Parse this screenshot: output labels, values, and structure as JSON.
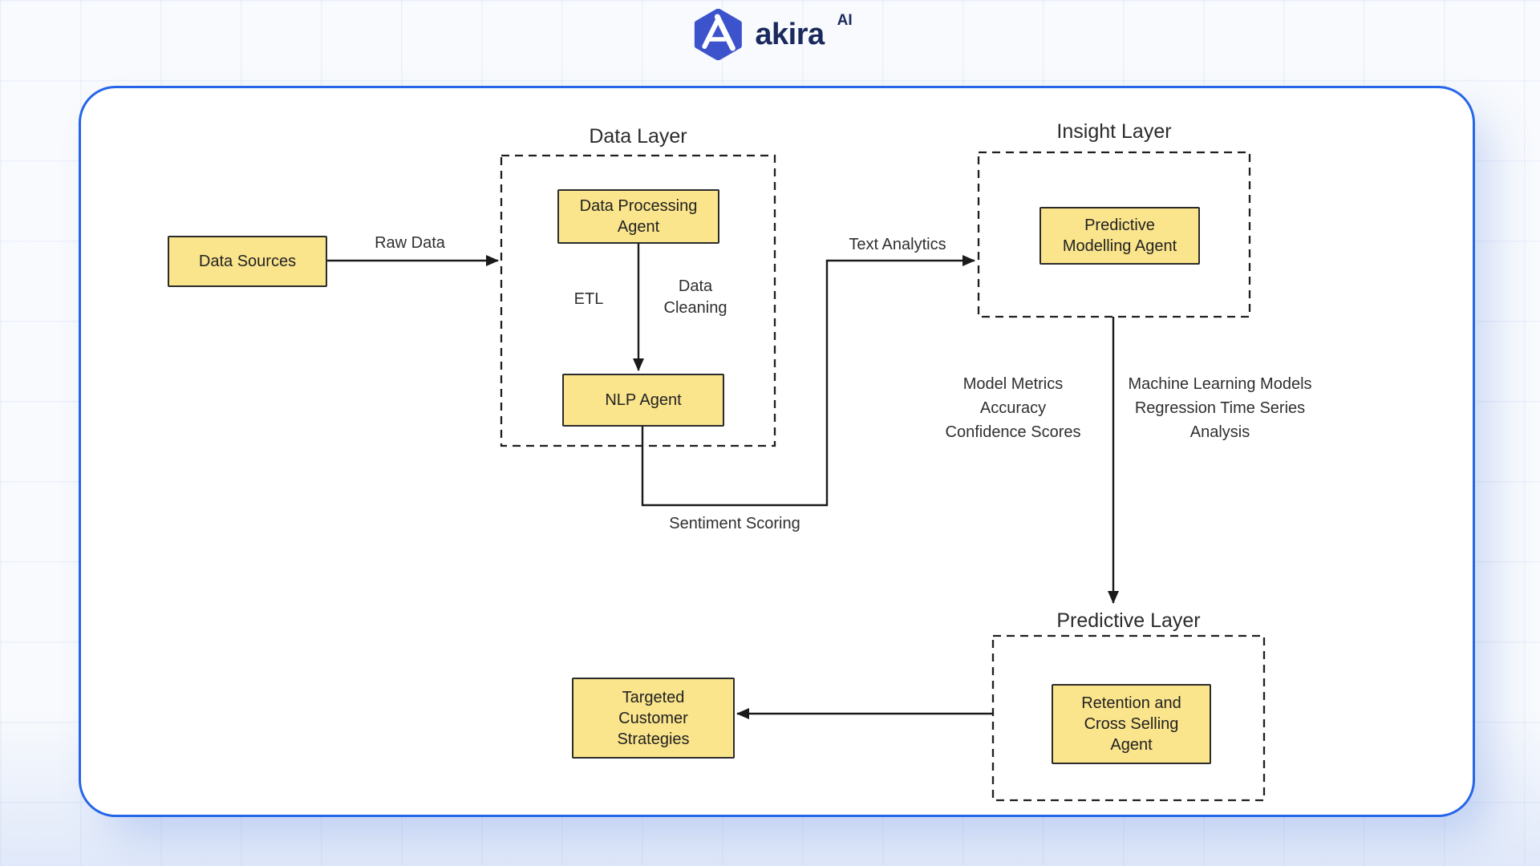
{
  "header": {
    "brand": "akira",
    "brand_suffix": "AI"
  },
  "colors": {
    "container_border": "#2566E8",
    "node_fill": "#FAE48C",
    "node_border": "#2b2b2b",
    "line": "#1a1a1a",
    "logo_blue": "#3d53cc",
    "brand_navy": "#1b2a5e"
  },
  "diagram": {
    "layers": {
      "data": {
        "title": "Data Layer"
      },
      "insight": {
        "title": "Insight Layer"
      },
      "predictive": {
        "title": "Predictive Layer"
      }
    },
    "nodes": {
      "data_sources": {
        "lines": [
          "Data Sources"
        ]
      },
      "data_processing_agent": {
        "lines": [
          "Data Processing",
          "Agent"
        ]
      },
      "nlp_agent": {
        "lines": [
          "NLP Agent"
        ]
      },
      "predictive_modelling_agent": {
        "lines": [
          "Predictive",
          "Modelling Agent"
        ]
      },
      "retention_cross_selling_agent": {
        "lines": [
          "Retention and",
          "Cross Selling",
          "Agent"
        ]
      },
      "targeted_customer_strategies": {
        "lines": [
          "Targeted",
          "Customer",
          "Strategies"
        ]
      }
    },
    "edge_labels": {
      "raw_data": "Raw Data",
      "etl": "ETL",
      "data_cleaning": {
        "lines": [
          "Data",
          "Cleaning"
        ]
      },
      "sentiment_scoring": "Sentiment Scoring",
      "text_analytics": "Text Analytics",
      "model_metrics": {
        "lines": [
          "Model Metrics",
          "Accuracy",
          "Confidence Scores"
        ]
      },
      "machine_learning": {
        "lines": [
          "Machine Learning Models",
          "Regression Time Series",
          "Analysis"
        ]
      }
    }
  }
}
